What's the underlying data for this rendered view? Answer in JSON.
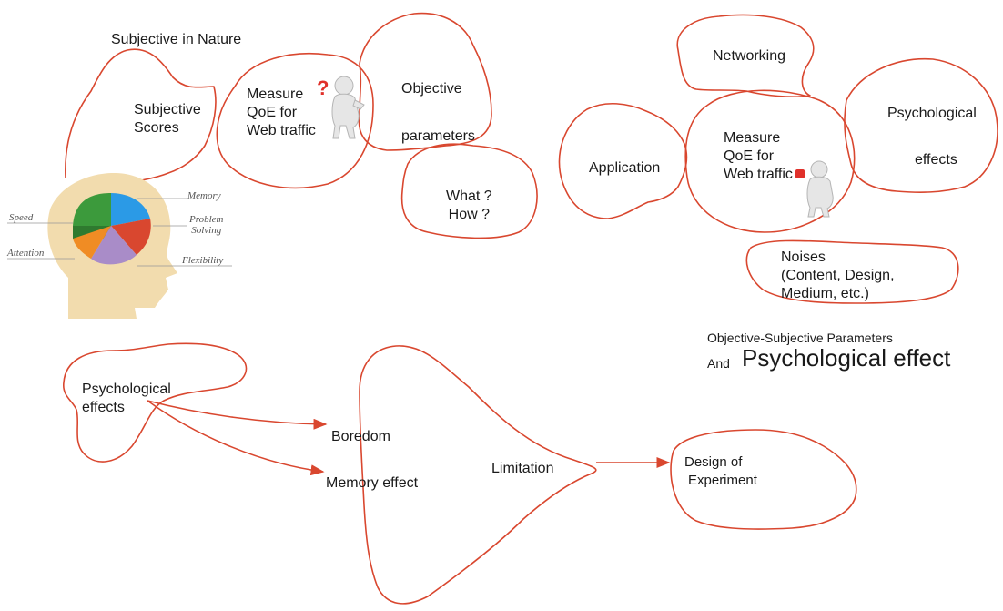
{
  "top_left": {
    "header": "Subjective in Nature",
    "subjective_scores": [
      "Subjective",
      "Scores"
    ],
    "measure": [
      "Measure",
      "QoE for",
      "Web traffic"
    ],
    "objective": [
      "Objective",
      "parameters"
    ],
    "what_how": [
      "What ?",
      "How ?"
    ]
  },
  "head_graphic": {
    "labels": {
      "memory": "Memory",
      "problem": [
        "Problem",
        "Solving"
      ],
      "speed": "Speed",
      "attention": "Attention",
      "flexibility": "Flexibility"
    },
    "slice_colors": [
      "#2b9ae6",
      "#d9472f",
      "#a98cc8",
      "#f08c24",
      "#3c9a3c"
    ],
    "head_color": "#f2dcae"
  },
  "top_right": {
    "networking": "Networking",
    "psychological": [
      "Psychological",
      "effects"
    ],
    "application": "Application",
    "measure": [
      "Measure",
      "QoE for",
      "Web traffic"
    ],
    "noises": [
      "Noises",
      "(Content, Design,",
      "Medium, etc.)"
    ],
    "caption": {
      "line1": "Objective-Subjective Parameters",
      "and": "And",
      "big": "Psychological effect"
    }
  },
  "bottom": {
    "psychological": [
      "Psychological",
      "effects"
    ],
    "boredom": "Boredom",
    "memory_effect": "Memory effect",
    "limitation": "Limitation",
    "design": [
      "Design of",
      "Experiment"
    ]
  },
  "colors": {
    "stroke": "#d9472f",
    "question_mark": "#e0302a",
    "figure": "#e8e8e8"
  }
}
